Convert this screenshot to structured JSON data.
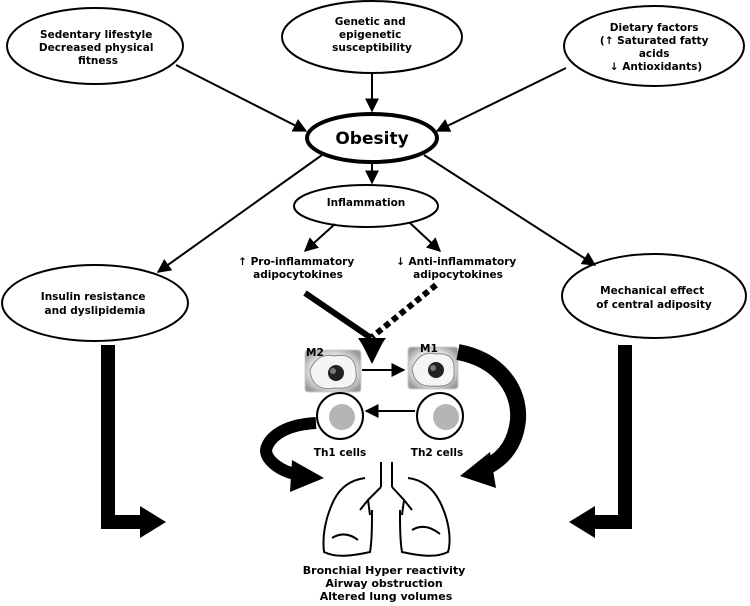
{
  "nodes": {
    "sedentary": {
      "lines": [
        "Sedentary lifestyle",
        "Decreased physical",
        "fitness"
      ]
    },
    "genetic": {
      "lines": [
        "Genetic and",
        "epigenetic",
        "susceptibility"
      ]
    },
    "dietary": {
      "lines": [
        "Dietary factors",
        "(↑ Saturated fatty",
        "acids",
        "↓ Antioxidants)"
      ]
    },
    "obesity": {
      "label": "Obesity"
    },
    "inflammation": {
      "label": "Inflammation"
    },
    "pro_inflammatory": {
      "lines": [
        "↑ Pro-inflammatory",
        "adipocytokines"
      ]
    },
    "anti_inflammatory": {
      "lines": [
        "↓ Anti-inflammatory",
        "adipocytokines"
      ]
    },
    "insulin": {
      "lines": [
        "Insulin resistance",
        "and dyslipidemia"
      ]
    },
    "mechanical": {
      "lines": [
        "Mechanical effect",
        "of central adiposity"
      ]
    },
    "m2": {
      "label": "M2"
    },
    "m1": {
      "label": "M1"
    },
    "th1": {
      "label": "Th1 cells"
    },
    "th2": {
      "label": "Th2 cells"
    },
    "outcomes": {
      "lines": [
        "Bronchial Hyper reactivity",
        "Airway obstruction",
        "Altered lung volumes"
      ]
    }
  }
}
